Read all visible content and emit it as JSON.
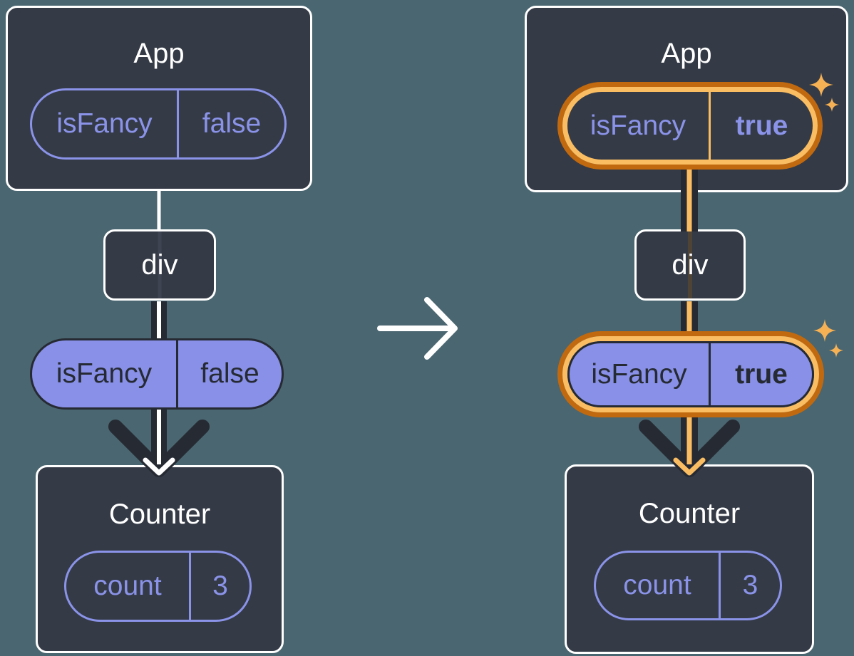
{
  "colors": {
    "background": "#4A6670",
    "node_background": "#343A46",
    "node_border": "#FFFFFF",
    "purple": "#8A93E8",
    "purple_fill": "#8890E8",
    "dark_ink": "#262A33",
    "highlight_orange_dark": "#C1690F",
    "highlight_orange_light": "#FABD62",
    "sparkle_orange": "#F6B155"
  },
  "before_tree": {
    "app": {
      "title": "App",
      "prop": {
        "name": "isFancy",
        "value": "false"
      }
    },
    "div": {
      "label": "div"
    },
    "passed_prop": {
      "name": "isFancy",
      "value": "false"
    },
    "counter": {
      "title": "Counter",
      "state": {
        "name": "count",
        "value": "3"
      }
    }
  },
  "after_tree": {
    "app": {
      "title": "App",
      "prop": {
        "name": "isFancy",
        "value": "true"
      }
    },
    "div": {
      "label": "div"
    },
    "passed_prop": {
      "name": "isFancy",
      "value": "true"
    },
    "counter": {
      "title": "Counter",
      "state": {
        "name": "count",
        "value": "3"
      }
    }
  },
  "icons": {
    "transform_arrow": "right-arrow",
    "sparkle": "four-point-star"
  }
}
